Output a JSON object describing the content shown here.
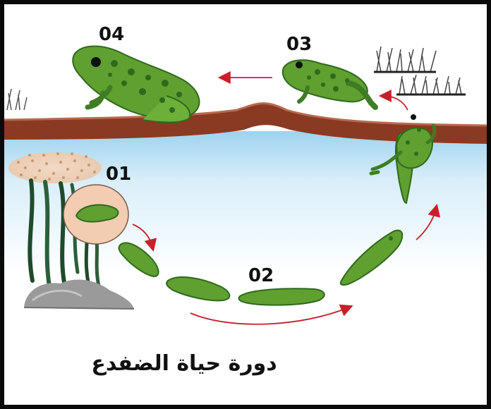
{
  "stages": {
    "s01": "01",
    "s02": "02",
    "s03": "03",
    "s04": "04"
  },
  "caption": "دورة حياة الضفدع",
  "colors": {
    "frog_green": "#5fa030",
    "spot_green": "#2f6a1c",
    "bank_brown": "#8a3a22",
    "water_blue": "#cfe8f6",
    "arrow_red": "#c8202a",
    "egg_pink": "#f2cdb2"
  }
}
